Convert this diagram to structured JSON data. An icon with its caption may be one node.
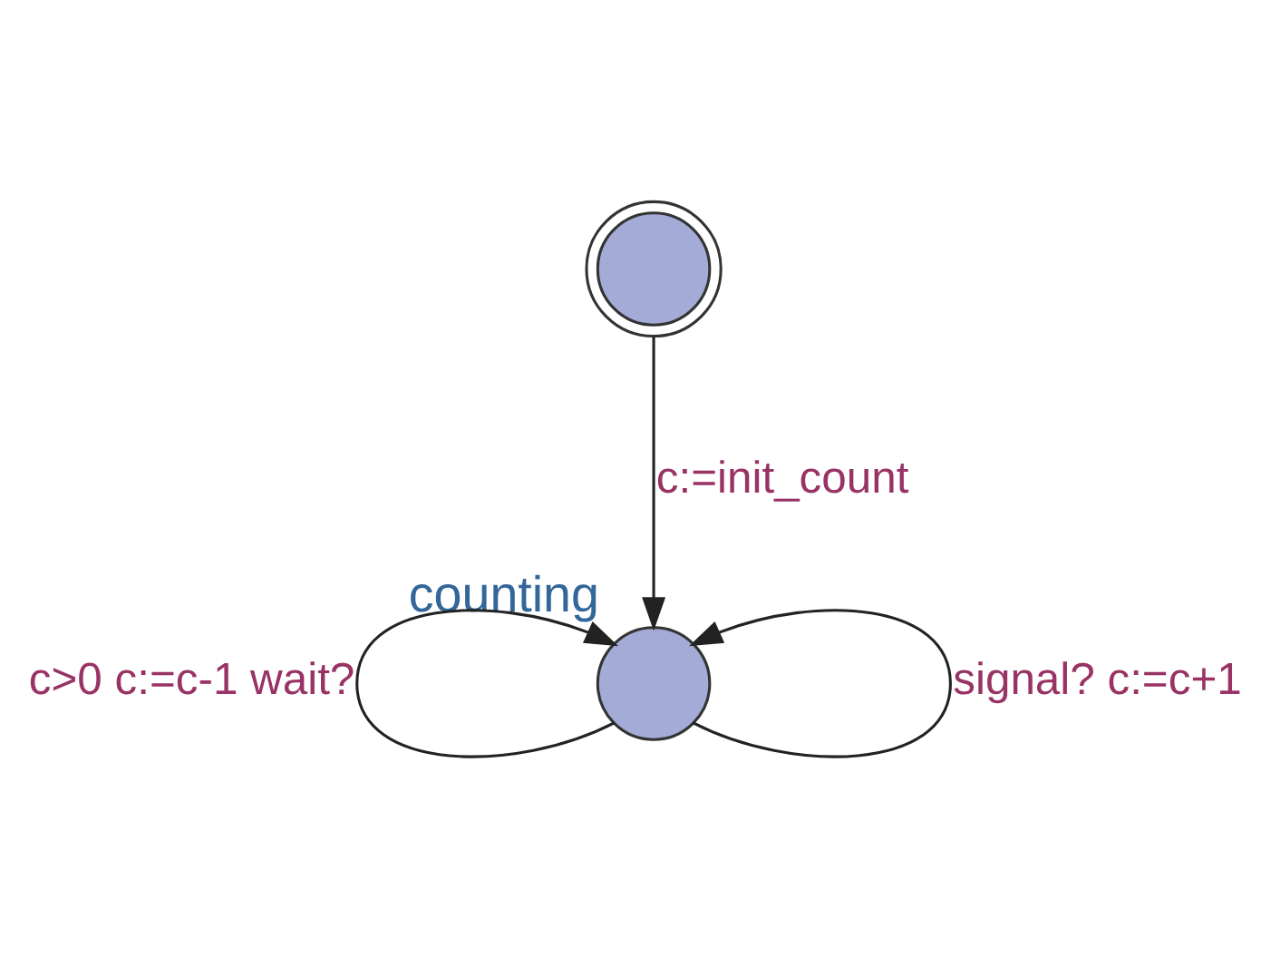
{
  "diagram": {
    "nodes": [
      {
        "text": [],
        "shape": "circle"
      },
      {
        "text": [],
        "shape": "circle",
        "beside": [
          "counting"
        ]
      }
    ],
    "edges": [
      {
        "from": 0,
        "to": 1,
        "arrow": "to",
        "label": "c:=init_count"
      },
      {
        "from": 1,
        "to": 1,
        "arrow": "to",
        "label": "c>0 c:=c-1 wait?"
      },
      {
        "from": 1,
        "to": 1,
        "arrow": "to",
        "label": "signal? c:=c+1"
      }
    ]
  }
}
